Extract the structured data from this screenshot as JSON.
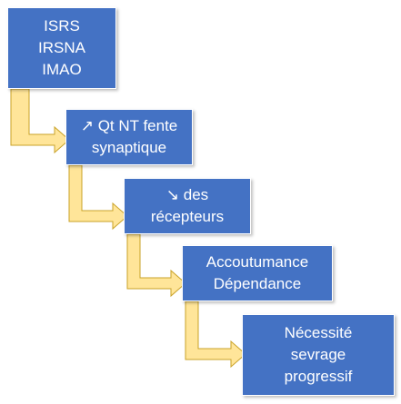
{
  "colors": {
    "box_fill": "#4472c4",
    "box_text": "#ffffff",
    "arrow_fill": "#ffe599",
    "arrow_stroke": "#c9a227"
  },
  "steps": [
    {
      "lines": [
        "ISRS",
        "IRSNA",
        "IMAO"
      ]
    },
    {
      "lines": [
        "↗ Qt NT fente",
        "synaptique"
      ]
    },
    {
      "lines": [
        "↘ des",
        "récepteurs"
      ]
    },
    {
      "lines": [
        "Accoutumance",
        "Dépendance"
      ]
    },
    {
      "lines": [
        "Nécessité",
        "sevrage",
        "progressif"
      ]
    }
  ]
}
